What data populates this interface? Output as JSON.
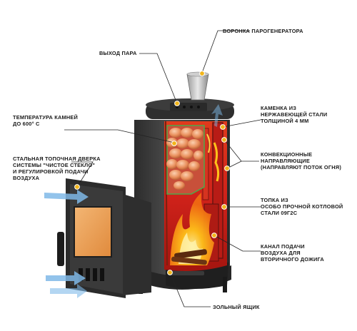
{
  "colors": {
    "marker": "#f2b51a",
    "leader": "#222222",
    "steel": "#3a3a3a",
    "fire_red": "#c8201c",
    "flame_yellow": "#ffc21a",
    "stone": "#e98f5c",
    "air_arrow": "#7fb9e8"
  },
  "labels": {
    "steam_funnel": [
      "ВОРОНКА ПАРОГЕНЕРАТОРА"
    ],
    "steam_outlet": [
      "ВЫХОД ПАРА"
    ],
    "stone_temp": [
      "ТЕМПЕРАТУРА КАМНЕЙ",
      "ДО 600° С"
    ],
    "heater_box": [
      "КАМЕНКА ИЗ",
      "НЕРЖАВЕЮЩЕЙ СТАЛИ",
      "ТОЛЩИНОЙ 4 ММ"
    ],
    "steel_door": [
      "СТАЛЬНАЯ ТОПОЧНАЯ ДВЕРКА",
      "СИСТЕМЫ \"ЧИСТОЕ СТЕКЛО\"",
      "И РЕГУЛИРОВКОЙ ПОДАЧИ",
      "ВОЗДУХА"
    ],
    "convection": [
      "КОНВЕКЦИОННЫЕ",
      "НАПРАВЛЯЮЩИЕ",
      "(НАПРАВЛЯЮТ ПОТОК ОГНЯ)"
    ],
    "firebox": [
      "ТОПКА ИЗ",
      "ОСОБО ПРОЧНОЙ КОТЛОВОЙ",
      "СТАЛИ 09Г2С"
    ],
    "air_channel": [
      "КАНАЛ ПОДАЧИ",
      "ВОЗДУХА ДЛЯ",
      "ВТОРИЧНОГО ДОЖИГА"
    ],
    "ash_box": [
      "ЗОЛЬНЫЙ ЯЩИК"
    ]
  }
}
